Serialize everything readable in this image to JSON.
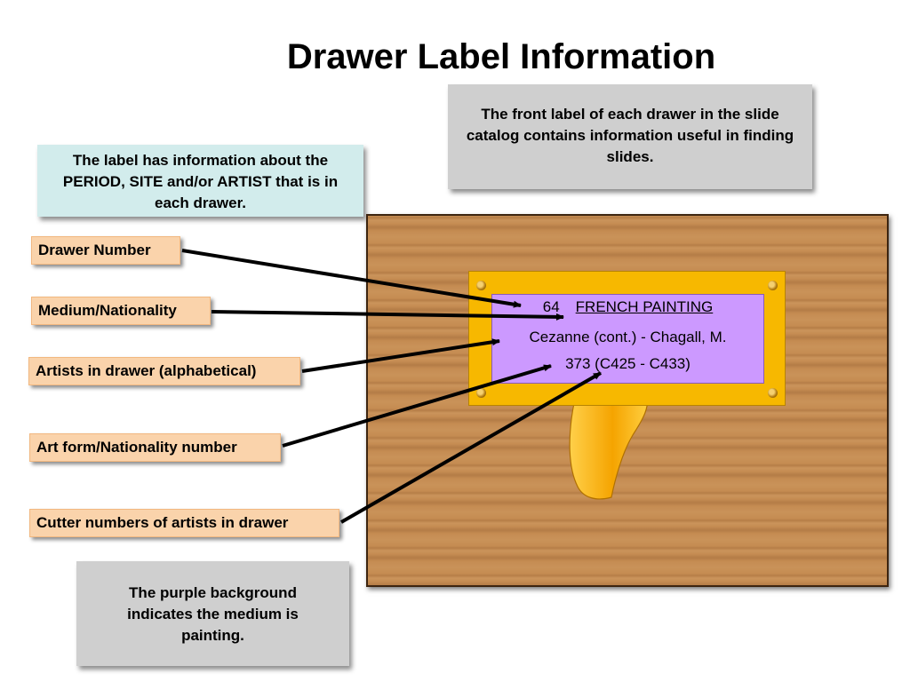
{
  "title": "Drawer Label Information",
  "notes": {
    "front_label": "The front label of each drawer in the slide catalog contains information useful in finding slides.",
    "label_info": "The label has information about  the PERIOD, SITE and/or ARTIST that is in each drawer.",
    "purple_background": "The purple background indicates the medium is painting."
  },
  "callouts": {
    "drawer_number": "Drawer Number",
    "medium_nationality": "Medium/Nationality",
    "artists": "Artists in drawer (alphabetical)",
    "art_form_number": "Art form/Nationality number",
    "cutter_numbers": "Cutter numbers of artists in drawer"
  },
  "drawer_label": {
    "number": "64",
    "category": "FRENCH PAINTING",
    "artists": "Cezanne (cont.) - Chagall, M.",
    "call_numbers": "373 (C425 - C433)"
  },
  "colors": {
    "label_background": "#cc99ff",
    "plate": "#f7b800",
    "callout_background": "#fad3ab",
    "note_gray": "#cfcfcf",
    "note_teal": "#d2ecec",
    "wood": "#c58c52"
  }
}
